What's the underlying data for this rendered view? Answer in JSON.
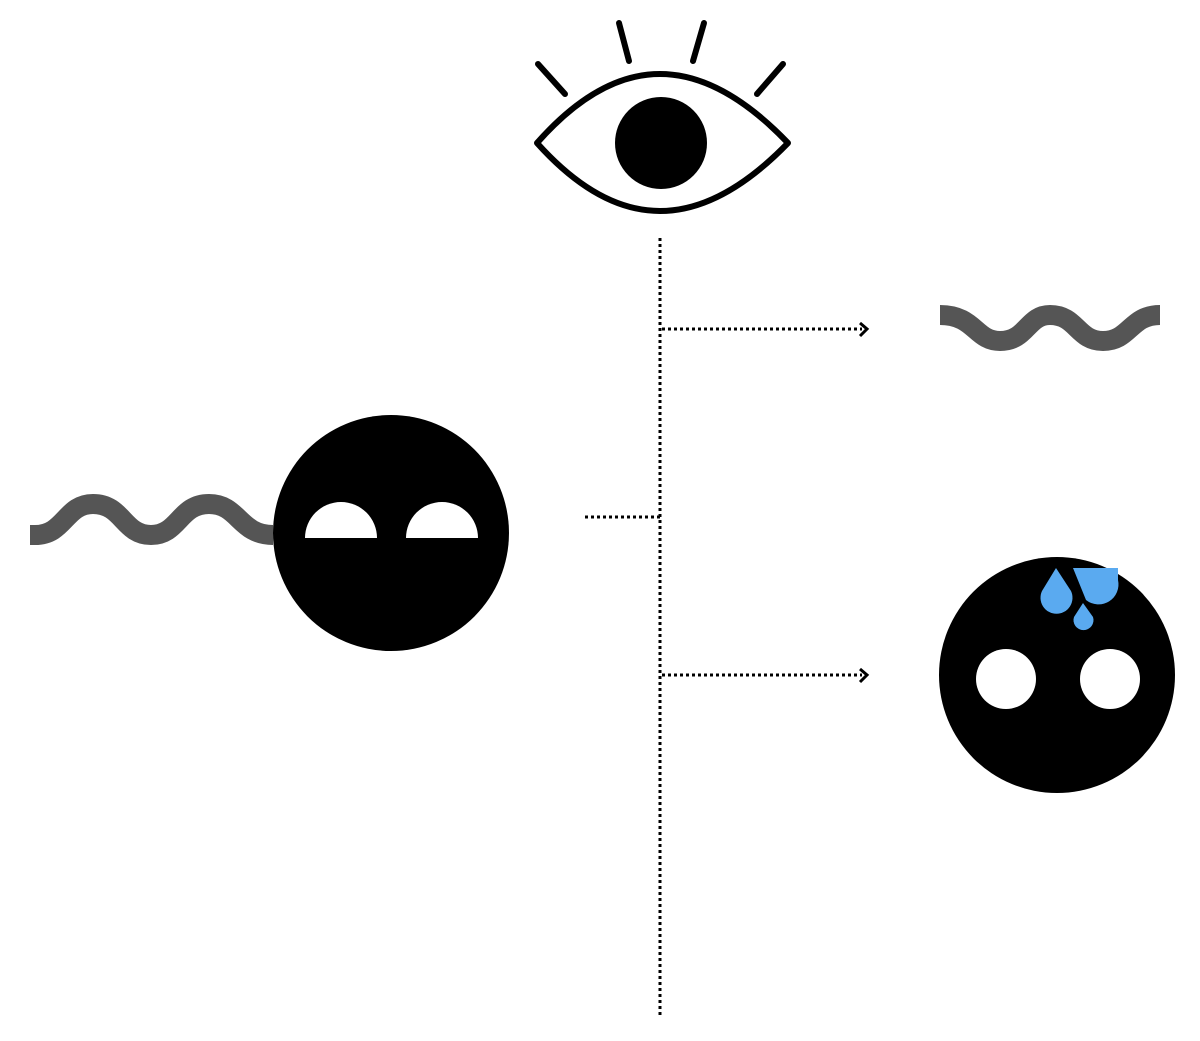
{
  "diagram": {
    "nodes": [
      {
        "id": "observer-eye",
        "kind": "eye-icon"
      },
      {
        "id": "calm-wave",
        "kind": "wave-icon"
      },
      {
        "id": "sleepy-face",
        "kind": "sleepy-face-icon"
      },
      {
        "id": "calm-face-result",
        "kind": "wave-icon"
      },
      {
        "id": "sweating-face",
        "kind": "sweating-face-icon"
      }
    ],
    "edges": [
      {
        "from": "observer-eye",
        "to": "calm-face-result",
        "style": "dotted-arrow"
      },
      {
        "from": "observer-eye",
        "to": "sweating-face",
        "style": "dotted-arrow"
      },
      {
        "from": "sleepy-face",
        "to": "observer-eye",
        "style": "dotted-line"
      }
    ],
    "colors": {
      "ink": "#000000",
      "wave": "#555555",
      "sweat": "#5aaaf0",
      "background": "#ffffff"
    }
  }
}
